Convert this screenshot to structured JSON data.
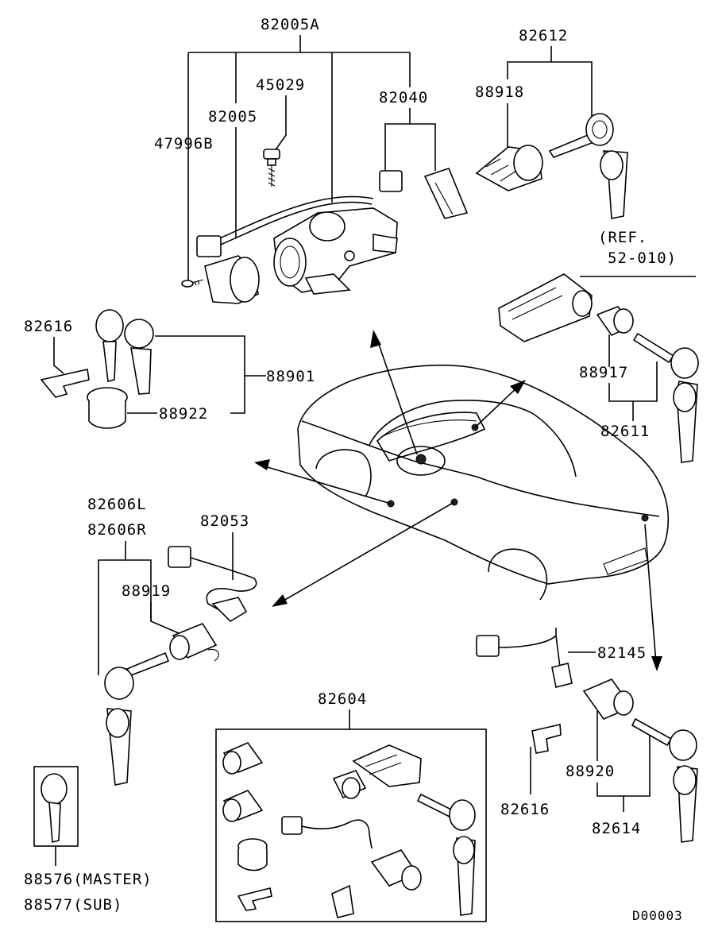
{
  "diagram": {
    "code": "D00003",
    "labels": {
      "p82005A": "82005A",
      "p82005": "82005",
      "p45029": "45029",
      "p47996B": "47996B",
      "p82040": "82040",
      "p82612": "82612",
      "p88918": "88918",
      "ref": "(REF.",
      "ref_num": "52-010)",
      "p82616_top": "82616",
      "p88901": "88901",
      "p88922": "88922",
      "p88917": "88917",
      "p82611": "82611",
      "p82606L": "82606L",
      "p82606R": "82606R",
      "p82053": "82053",
      "p88919": "88919",
      "p82145": "82145",
      "p82604": "82604",
      "p88920": "88920",
      "p82616_bottom": "82616",
      "p82614": "82614",
      "p88576": "88576(MASTER)",
      "p88577": "88577(SUB)"
    }
  }
}
